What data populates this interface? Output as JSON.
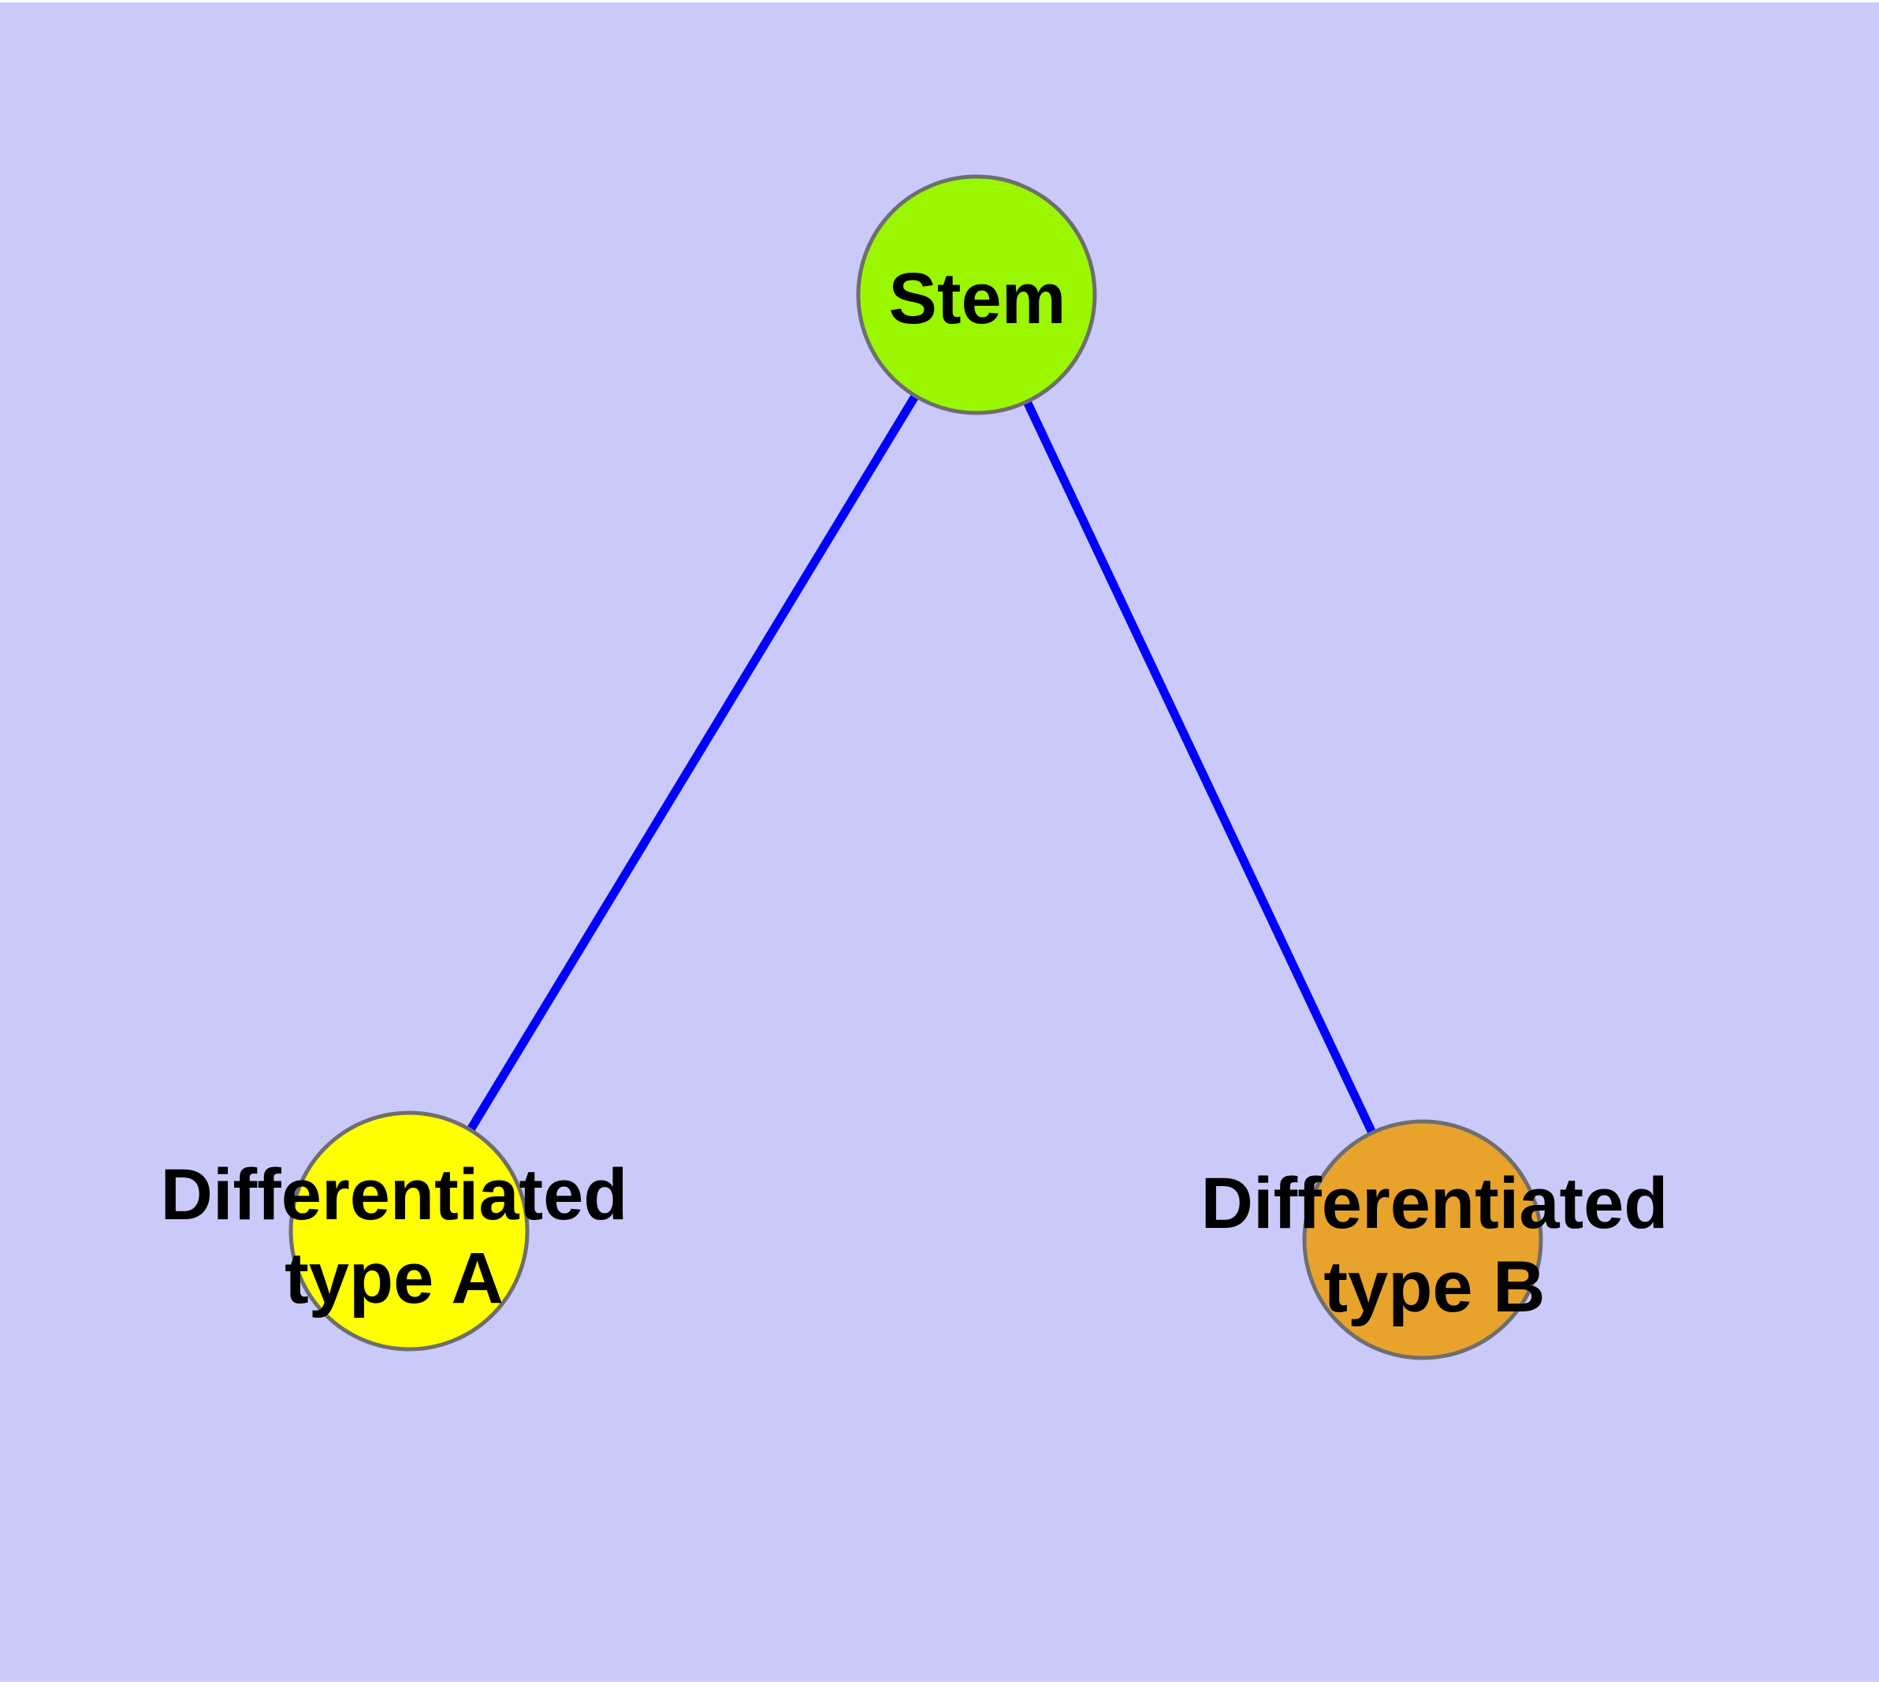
{
  "diagram": {
    "background_color": "#CACAFA",
    "page_margin_color": "#FFFFFF",
    "edge_color": "#0000FF",
    "node_border_color": "#6E6E6E",
    "label_color": "#000000",
    "nodes": [
      {
        "id": "stem",
        "label": "Stem",
        "color": "#9AF700"
      },
      {
        "id": "differentiated-type-a",
        "label_line1": "Differentiated",
        "label_line2": "type A",
        "color": "#FFFF00"
      },
      {
        "id": "differentiated-type-b",
        "label_line1": "Differentiated",
        "label_line2": "type B",
        "color": "#E8A32C"
      }
    ],
    "edges": [
      {
        "from": "Stem",
        "to": "Differentiated type A"
      },
      {
        "from": "Stem",
        "to": "Differentiated type B"
      }
    ]
  }
}
